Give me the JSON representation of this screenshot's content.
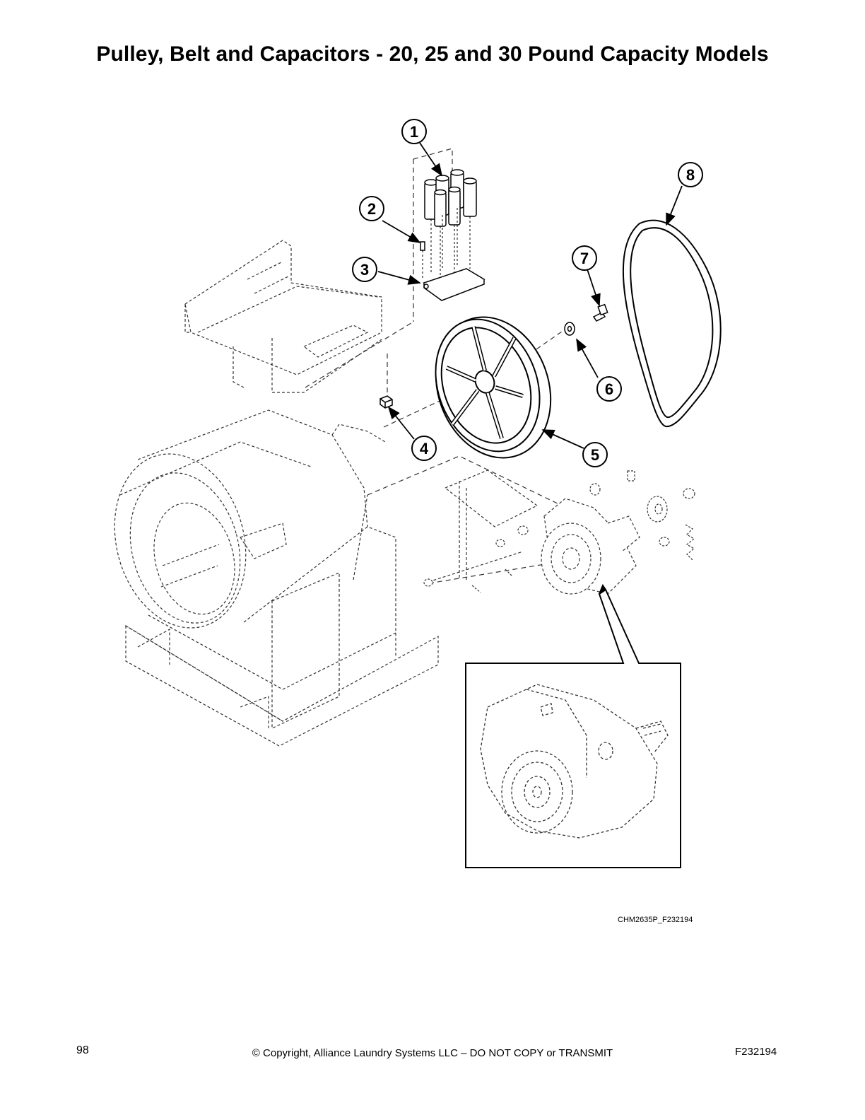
{
  "title": "Pulley, Belt and Capacitors - 20, 25 and 30 Pound Capacity Models",
  "callouts": [
    {
      "id": "callout-1",
      "label": "1"
    },
    {
      "id": "callout-2",
      "label": "2"
    },
    {
      "id": "callout-3",
      "label": "3"
    },
    {
      "id": "callout-4",
      "label": "4"
    },
    {
      "id": "callout-5",
      "label": "5"
    },
    {
      "id": "callout-6",
      "label": "6"
    },
    {
      "id": "callout-7",
      "label": "7"
    },
    {
      "id": "callout-8",
      "label": "8"
    }
  ],
  "figure_id": "CHM2635P_F232194",
  "footer": {
    "page_number": "98",
    "copyright": "© Copyright, Alliance Laundry Systems LLC – DO NOT COPY or TRANSMIT",
    "doc_id": "F232194"
  }
}
